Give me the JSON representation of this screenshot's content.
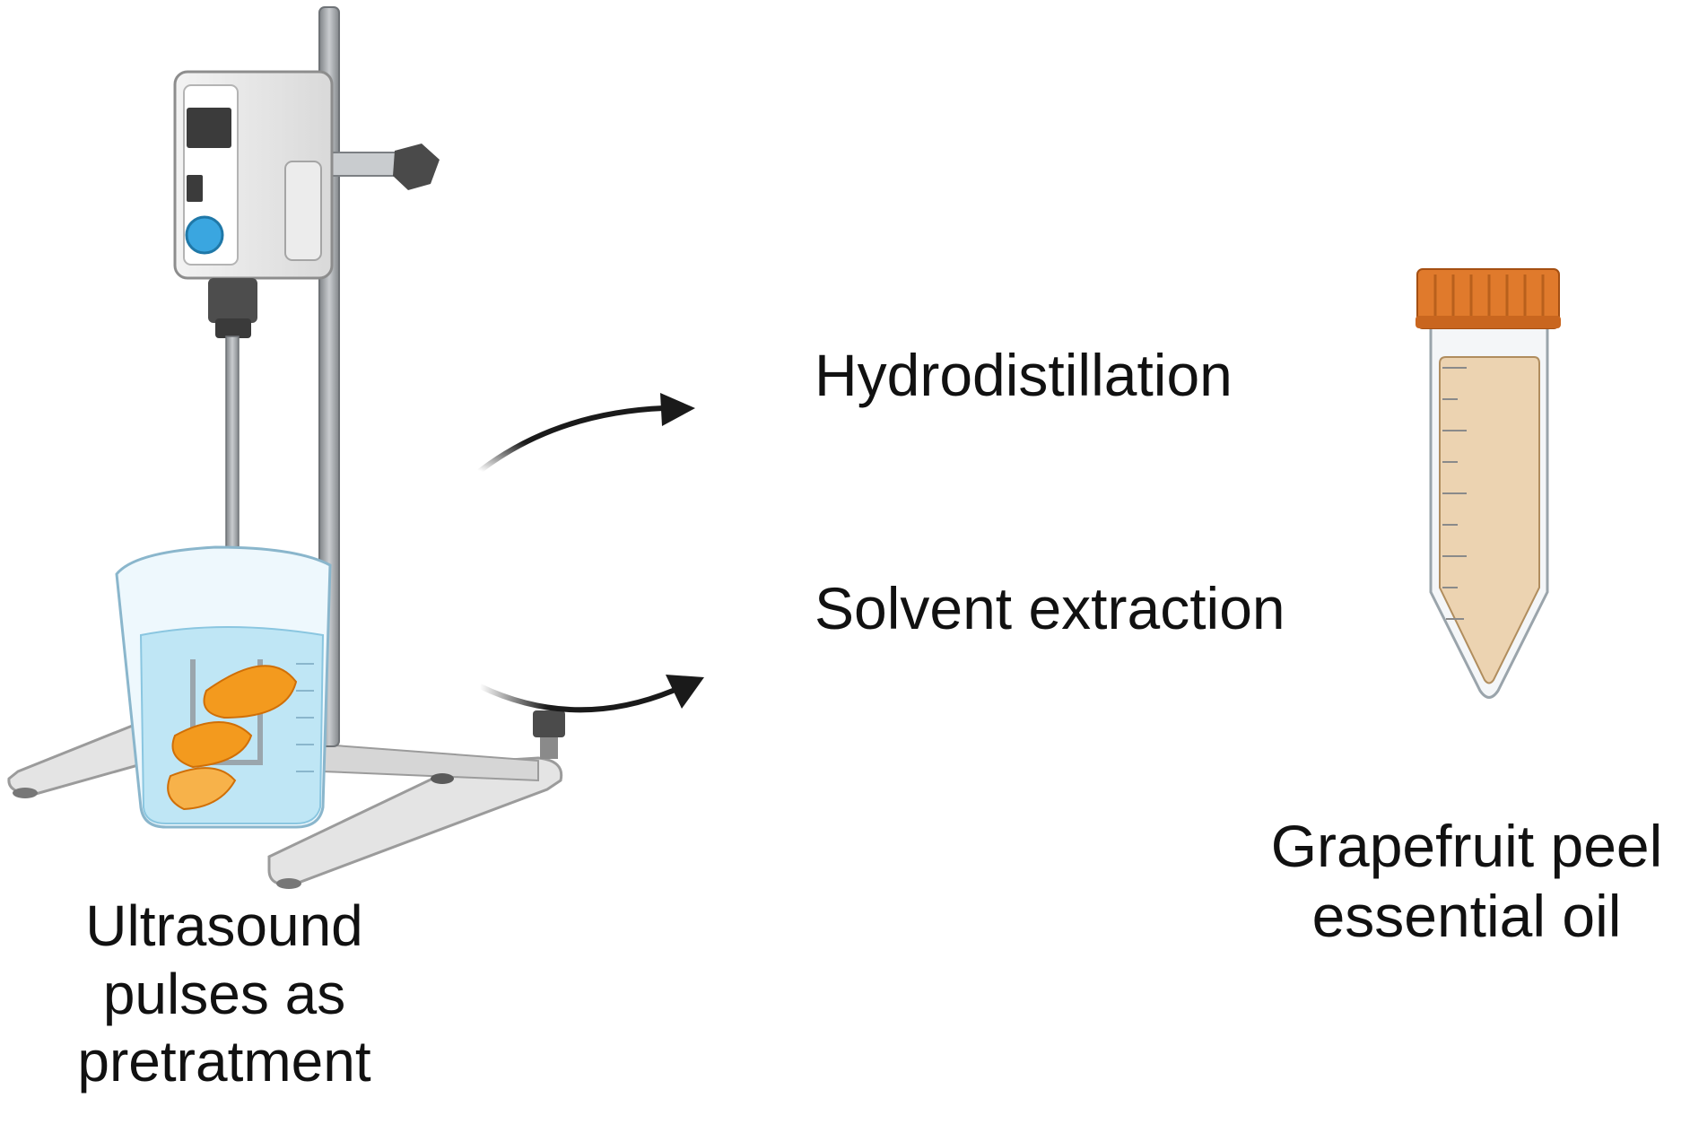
{
  "pretreatment": {
    "label_lines": [
      "Ultrasound",
      "pulses as",
      "pretratment"
    ]
  },
  "methods": {
    "hydrodistillation": "Hydrodistillation",
    "solvent_extraction": "Solvent extraction"
  },
  "product": {
    "label_lines": [
      "Grapefruit peel",
      "essential oil"
    ]
  },
  "colors": {
    "water": "#bfe6f5",
    "peel": "#f39a1e",
    "cap": "#e07a2c",
    "oil": "#ecd3b1",
    "knob": "#3aa6e0",
    "steel": "#a9acaf",
    "arrow": "#1a1a1a"
  }
}
